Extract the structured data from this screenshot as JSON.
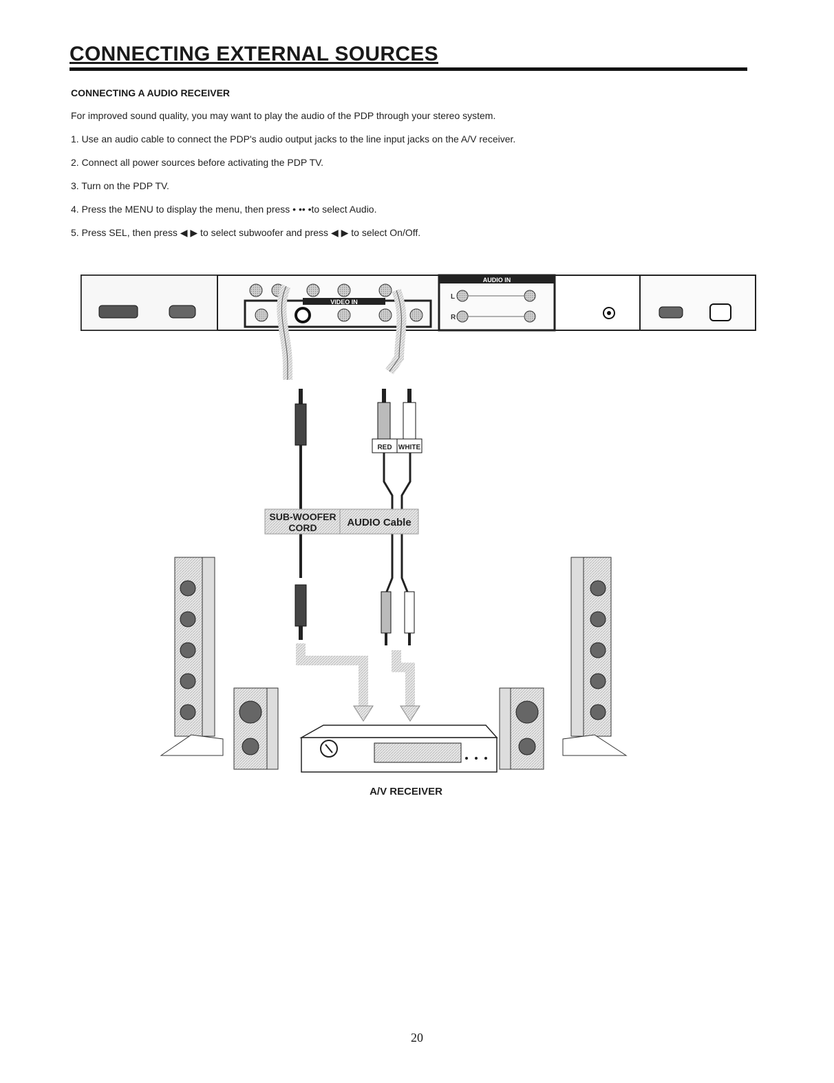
{
  "page": {
    "title": "CONNECTING EXTERNAL SOURCES",
    "section_title": "CONNECTING A AUDIO RECEIVER",
    "paragraphs": [
      "For improved sound quality, you may want to play the audio of the PDP through your stereo system.",
      "1. Use an audio cable to connect the PDP's audio output jacks to the line input jacks on the A/V receiver.",
      "2. Connect all power sources before activating the PDP TV.",
      "3. Turn on the PDP TV.",
      "4. Press the MENU to display the menu, then press  •  ••  •to select Audio.",
      "5. Press SEL, then press ◀   ▶ to select subwoofer and press ◀   ▶ to select On/Off."
    ],
    "page_number": "20"
  },
  "diagram": {
    "panel_labels": {
      "video_in": "VIDEO IN",
      "audio_in": "AUDIO IN",
      "left": "L",
      "right": "R"
    },
    "plug_labels": {
      "red": "RED",
      "white": "WHITE"
    },
    "callouts": {
      "subwoofer_line1": "SUB-WOOFER",
      "subwoofer_line2": "CORD",
      "audio_cable": "AUDIO Cable"
    },
    "receiver_label": "A/V RECEIVER"
  }
}
